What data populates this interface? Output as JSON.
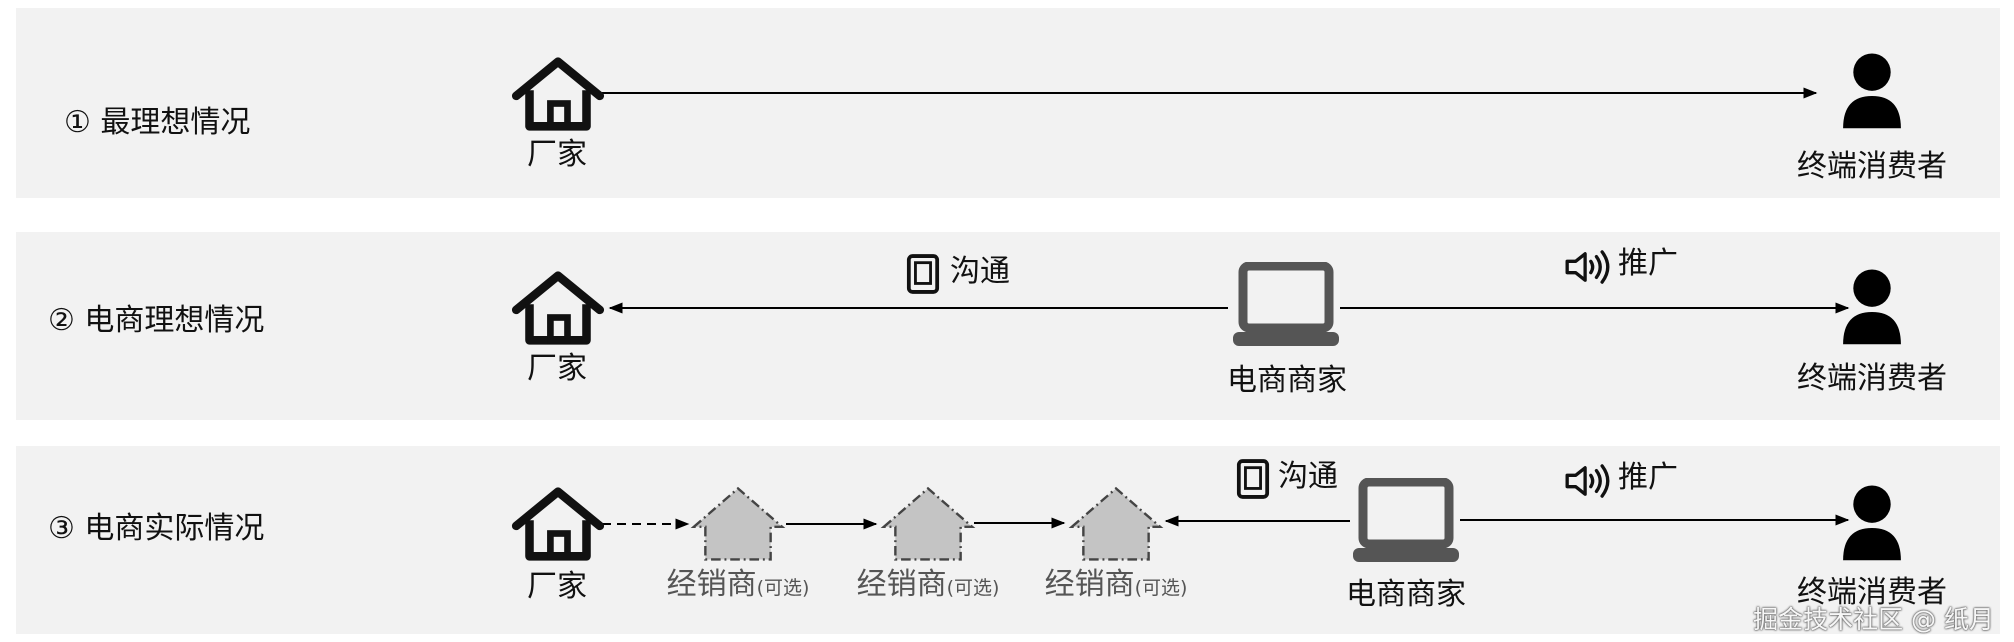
{
  "rows": [
    {
      "label": "① 最理想情况",
      "factory": "厂家",
      "consumer": "终端消费者"
    },
    {
      "label": "② 电商理想情况",
      "factory": "厂家",
      "merchant": "电商商家",
      "communicate": "沟通",
      "promote": "推广",
      "consumer": "终端消费者"
    },
    {
      "label": "③ 电商实际情况",
      "factory": "厂家",
      "dealer": "经销商",
      "optional": "(可选)",
      "merchant": "电商商家",
      "communicate": "沟通",
      "promote": "推广",
      "consumer": "终端消费者"
    }
  ],
  "watermark": "掘金技术社区 @ 纸月",
  "colors": {
    "panel": "#f2f2f2",
    "icon": "#111111",
    "laptop": "#555555",
    "dealer_house": "#c4c4c4"
  }
}
